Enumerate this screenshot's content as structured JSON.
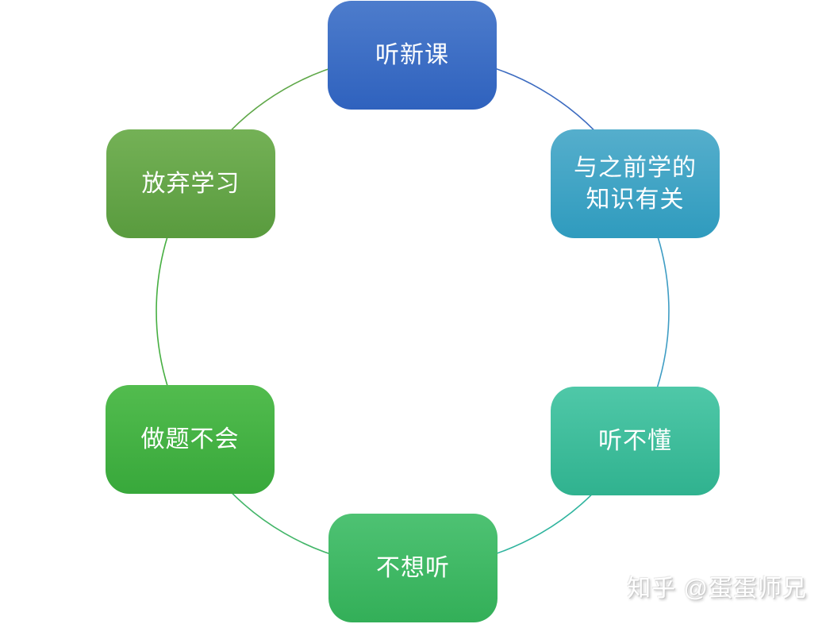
{
  "diagram": {
    "type": "cycle",
    "nodes": [
      {
        "id": "listen-new-lesson",
        "label": "听新课",
        "color_top": "#4D7CCC",
        "color_bottom": "#2F62BE"
      },
      {
        "id": "related-prior-knowledge",
        "label": "与之前学的\n知识有关",
        "color_top": "#55AECC",
        "color_bottom": "#2F9BBE"
      },
      {
        "id": "cannot-understand",
        "label": "听不懂",
        "color_top": "#4FC8A8",
        "color_bottom": "#30B28F"
      },
      {
        "id": "unwilling-to-listen",
        "label": "不想听",
        "color_top": "#4EC273",
        "color_bottom": "#33AF58"
      },
      {
        "id": "cannot-solve-problems",
        "label": "做题不会",
        "color_top": "#52BC4E",
        "color_bottom": "#38A83B"
      },
      {
        "id": "give-up-studying",
        "label": "放弃学习",
        "color_top": "#74B156",
        "color_bottom": "#599B3E"
      }
    ],
    "arcs": [
      {
        "from": "听新课",
        "to": "与之前学的知识有关",
        "color": "#3C6BC0"
      },
      {
        "from": "与之前学的知识有关",
        "to": "听不懂",
        "color": "#3F9DC4"
      },
      {
        "from": "听不懂",
        "to": "不想听",
        "color": "#2FB49E"
      },
      {
        "from": "不想听",
        "to": "做题不会",
        "color": "#42B568"
      },
      {
        "from": "做题不会",
        "to": "放弃学习",
        "color": "#47AF42"
      },
      {
        "from": "放弃学习",
        "to": "听新课",
        "color": "#5FA849"
      }
    ]
  },
  "watermark": {
    "text": "知乎 @蛋蛋师兄"
  }
}
